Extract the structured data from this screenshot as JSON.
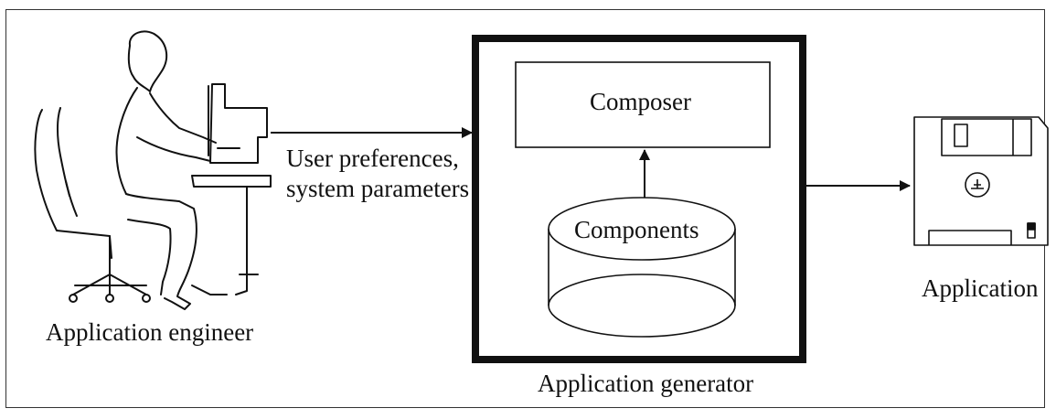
{
  "diagram": {
    "engineer_label": "Application engineer",
    "input_label_line1": "User preferences,",
    "input_label_line2": "system parameters",
    "composer_label": "Composer",
    "components_label": "Components",
    "generator_label": "Application generator",
    "output_label": "Application",
    "icons": {
      "engineer": "person-at-computer-icon",
      "output": "floppy-disk-icon"
    }
  }
}
